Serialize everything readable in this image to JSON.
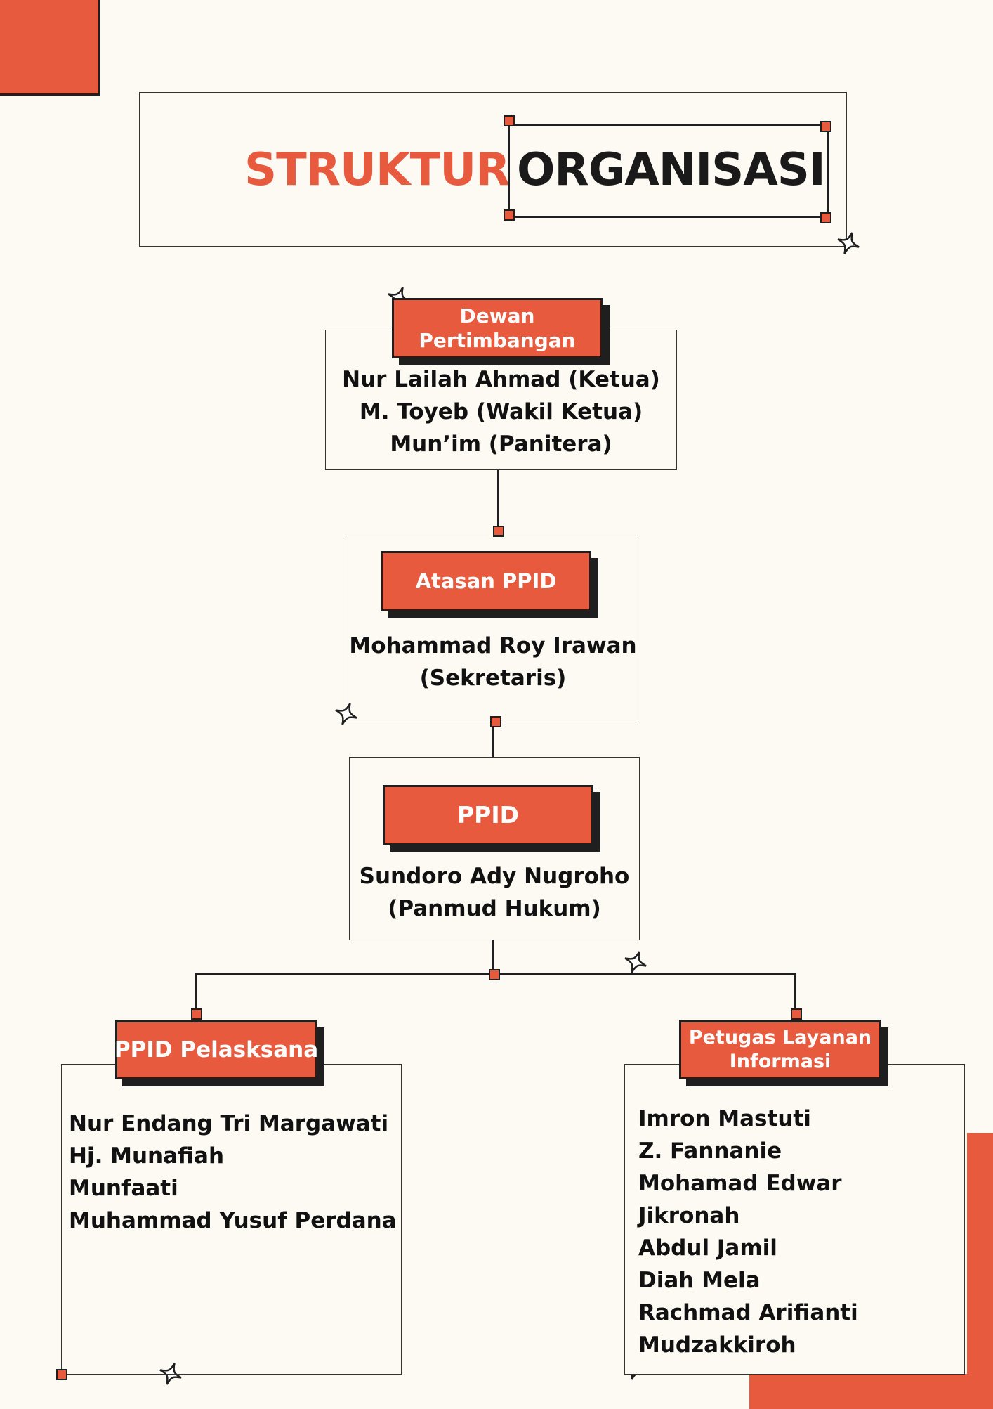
{
  "title": {
    "part1": "STRUKTUR",
    "part2": "ORGANISASI"
  },
  "colors": {
    "accent": "#e75a3e",
    "background": "#fdf9f3",
    "ink": "#1f1f1f"
  },
  "dewan": {
    "label_line1": "Dewan",
    "label_line2": "Pertimbangan",
    "members": [
      "Nur Lailah Ahmad (Ketua)",
      "M. Toyeb (Wakil Ketua)",
      "Mun’im (Panitera)"
    ]
  },
  "atasan": {
    "label": "Atasan PPID",
    "members": [
      "Mohammad Roy Irawan",
      "(Sekretaris)"
    ]
  },
  "ppid": {
    "label": "PPID",
    "members": [
      "Sundoro Ady Nugroho",
      "(Panmud Hukum)"
    ]
  },
  "pelaksana": {
    "label": "PPID Pelasksana",
    "members": [
      "Nur Endang Tri Margawati",
      "Hj. Munafiah",
      "Munfaati",
      "Muhammad Yusuf Perdana"
    ]
  },
  "petugas": {
    "label_line1": "Petugas Layanan",
    "label_line2": "Informasi",
    "members": [
      "Imron Mastuti",
      "Z. Fannanie",
      "Mohamad Edwar",
      "Jikronah",
      "Abdul Jamil",
      "Diah Mela",
      "Rachmad Arifianti",
      "Mudzakkiroh"
    ]
  }
}
